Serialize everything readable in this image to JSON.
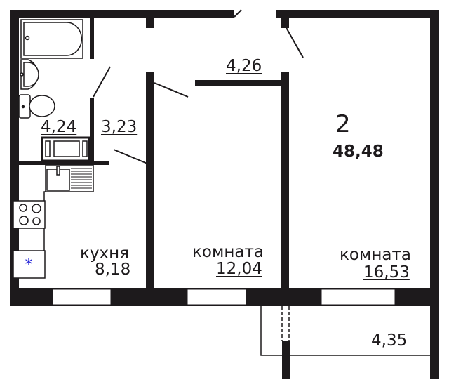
{
  "floor_plan": {
    "apartment": {
      "rooms_count": "2",
      "total_area": "48,48"
    },
    "rooms": [
      {
        "id": "bathroom",
        "name": "",
        "area": "4,24"
      },
      {
        "id": "corridor-small",
        "name": "",
        "area": "3,23"
      },
      {
        "id": "hallway",
        "name": "",
        "area": "4,26"
      },
      {
        "id": "kitchen",
        "name": "кухня",
        "area": "8,18"
      },
      {
        "id": "room-1",
        "name": "комната",
        "area": "12,04"
      },
      {
        "id": "room-2",
        "name": "комната",
        "area": "16,53"
      },
      {
        "id": "balcony",
        "name": "",
        "area": "4,35"
      }
    ],
    "fixtures": [
      "bathtub",
      "washbasin",
      "toilet",
      "washing-machine",
      "kitchen-sink",
      "stove",
      "refrigerator"
    ],
    "colors": {
      "wall": "#1d1a1c",
      "line": "#1d1a1c",
      "fridge_mark": "#1a1ad6",
      "background": "#ffffff"
    }
  }
}
